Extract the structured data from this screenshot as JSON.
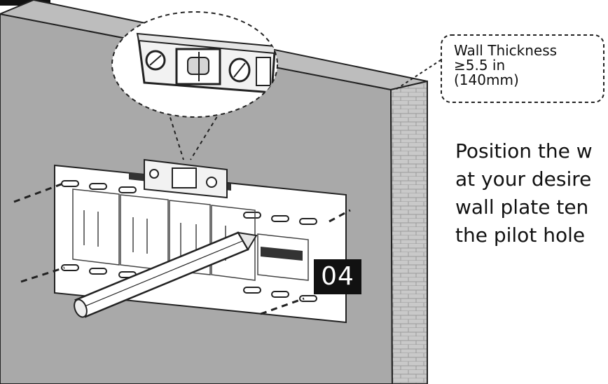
{
  "callout": {
    "line1": "Wall Thickness",
    "line2": "≥5.5 in",
    "line3": "(140mm)"
  },
  "instruction": {
    "lines": [
      "Position the w",
      "at your desire",
      "wall plate ten",
      "the pilot hole"
    ]
  },
  "step_badge": "04",
  "colors": {
    "wall": "#a9a9a9",
    "wall_edge": "#c4c4c4",
    "template": "#ffffff",
    "badge": "#111111",
    "outline": "#222222"
  },
  "icons": [
    "spirit-level-icon",
    "pencil-icon",
    "slot-hole-icon"
  ]
}
